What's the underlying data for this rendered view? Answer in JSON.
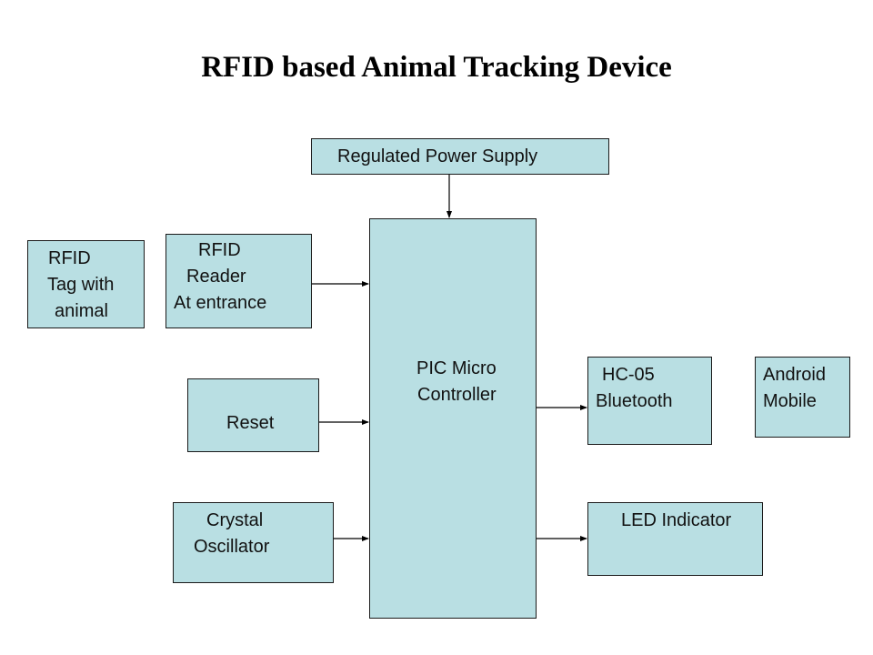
{
  "title": "RFID based Animal Tracking Device",
  "blocks": {
    "power_supply": {
      "lines": [
        "Regulated Power Supply"
      ]
    },
    "microcontroller": {
      "lines": [
        "PIC Micro",
        "Controller"
      ]
    },
    "rfid_tag": {
      "lines": [
        "RFID",
        "Tag with",
        "animal"
      ]
    },
    "rfid_reader": {
      "lines": [
        "RFID",
        "Reader",
        "At entrance"
      ]
    },
    "reset": {
      "lines": [
        "Reset"
      ]
    },
    "crystal": {
      "lines": [
        "Crystal",
        "Oscillator"
      ]
    },
    "bluetooth": {
      "lines": [
        "HC-05",
        "Bluetooth"
      ]
    },
    "android": {
      "lines": [
        "Android",
        "Mobile"
      ]
    },
    "led": {
      "lines": [
        "LED Indicator"
      ]
    }
  },
  "connections": [
    {
      "from": "Regulated Power Supply",
      "to": "PIC Micro Controller"
    },
    {
      "from": "RFID Reader At entrance",
      "to": "PIC Micro Controller"
    },
    {
      "from": "Reset",
      "to": "PIC Micro Controller"
    },
    {
      "from": "Crystal Oscillator",
      "to": "PIC Micro Controller"
    },
    {
      "from": "PIC Micro Controller",
      "to": "HC-05 Bluetooth"
    },
    {
      "from": "PIC Micro Controller",
      "to": "LED Indicator"
    }
  ],
  "colors": {
    "block_fill": "#b9dfe3",
    "block_border": "#1a1a1a",
    "arrow": "#000000",
    "text": "#111111"
  }
}
